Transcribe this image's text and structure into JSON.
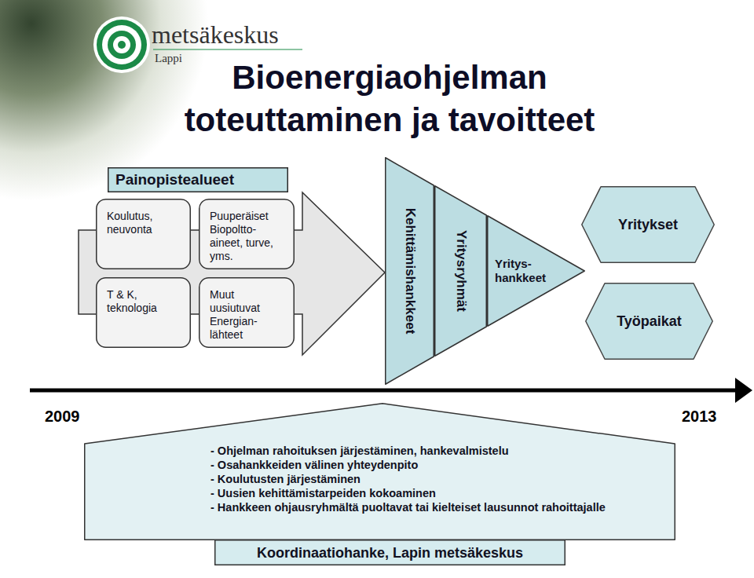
{
  "diagram": {
    "title": "Bioenergiaohjelman toteuttaminen ja tavoitteet",
    "nodes": [
      {
        "text": [
          "Painopistealueet"
        ]
      },
      {
        "text": [
          "Koulutus, neuvonta"
        ]
      },
      {
        "text": [
          "Puuperäiset Biopoltto- aineet, turve, yms."
        ]
      },
      {
        "text": [
          "T & K, teknologia"
        ]
      },
      {
        "text": [
          "Muut uusiutuvat Energian- lähteet"
        ]
      },
      {
        "text": [
          "Kehittämishankkeet"
        ]
      },
      {
        "text": [
          "Yritysryhmät"
        ]
      },
      {
        "text": [
          "Yritys- hankkeet"
        ]
      },
      {
        "text": [
          "Yritykset"
        ]
      },
      {
        "text": [
          "Työpaikat"
        ]
      },
      {
        "text": [
          "- Ohjelman rahoituksen järjestäminen, hankevalmistelu",
          "- Osahankkeiden välinen yhteydenpito",
          "- Koulutusten järjestäminen",
          "- Uusien kehittämistarpeiden kokoaminen",
          "- Hankkeen ohjausryhmältä puoltavat tai kielteiset lausunnot rahoittajalle"
        ]
      },
      {
        "text": [
          "Koordinaatiohanke, Lapin metsäkeskus"
        ]
      }
    ],
    "labels": [
      "metsäkeskus",
      "Lappi",
      "2009",
      "2013"
    ]
  }
}
